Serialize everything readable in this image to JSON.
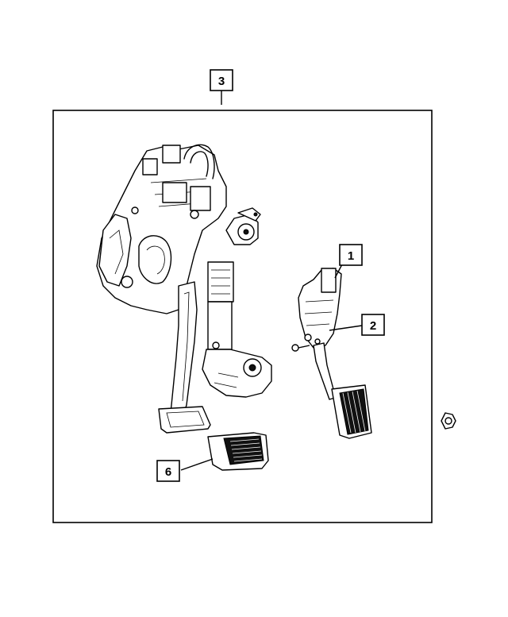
{
  "callouts": [
    {
      "label": "3"
    },
    {
      "label": "1"
    },
    {
      "label": "2"
    },
    {
      "label": "6"
    }
  ],
  "icons": {
    "pedal_assembly": "brake-pedal-assembly-icon",
    "accelerator": "accelerator-pedal-icon",
    "pad": "pedal-pad-icon",
    "nut": "nut-icon",
    "screw": "screw-icon"
  }
}
